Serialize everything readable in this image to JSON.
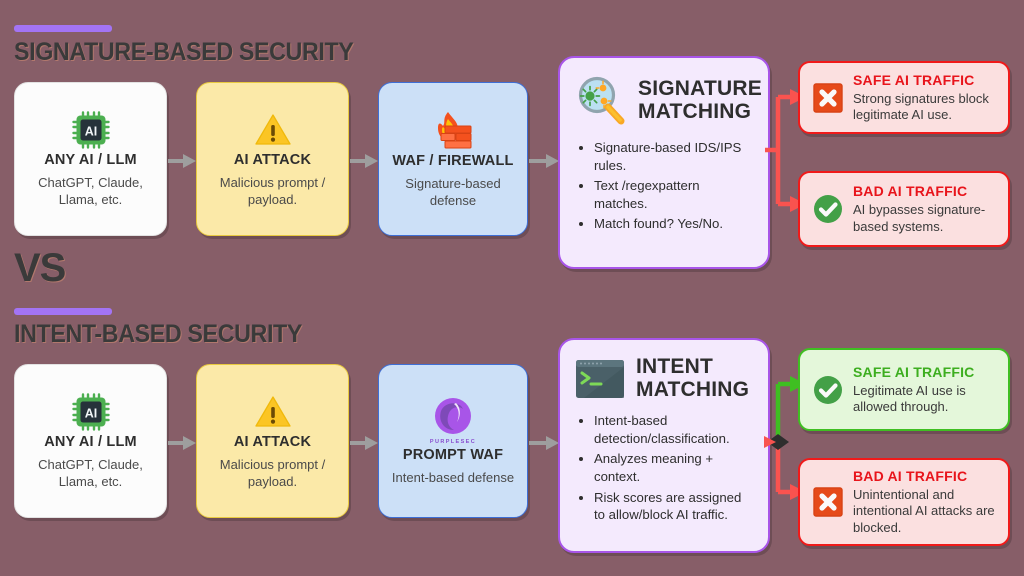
{
  "background_color": "#875E68",
  "accent_color": "#A374F5",
  "sections": [
    {
      "id": "signature",
      "title": "SIGNATURE-BASED SECURITY",
      "stages": [
        {
          "icon": "ai-chip-icon",
          "title": "ANY AI / LLM",
          "subtitle": "ChatGPT, Claude, Llama, etc."
        },
        {
          "icon": "warning-triangle-icon",
          "title": "AI ATTACK",
          "subtitle": "Malicious prompt / payload."
        },
        {
          "icon": "firewall-icon",
          "title": "WAF / FIREWALL",
          "subtitle": "Signature-based defense"
        }
      ],
      "panel": {
        "icon": "magnifying-glass-germ-icon",
        "title": "SIGNATURE MATCHING",
        "bullets": [
          "Signature-based IDS/IPS rules.",
          "Text /regexpattern matches.",
          "Match found? Yes/No."
        ]
      },
      "results": [
        {
          "icon": "red-x-icon",
          "title": "SAFE AI TRAFFIC",
          "desc": "Strong signatures block legitimate AI use.",
          "tone": "red"
        },
        {
          "icon": "green-check-icon",
          "title": "BAD AI TRAFFIC",
          "desc": "AI bypasses signature-based systems.",
          "tone": "red"
        }
      ],
      "branch_color": "#F9534F"
    },
    {
      "id": "intent",
      "title": "INTENT-BASED SECURITY",
      "stages": [
        {
          "icon": "ai-chip-icon",
          "title": "ANY AI / LLM",
          "subtitle": "ChatGPT, Claude, Llama, etc."
        },
        {
          "icon": "warning-triangle-icon",
          "title": "AI ATTACK",
          "subtitle": "Malicious prompt / payload."
        },
        {
          "icon": "purplesec-logo-icon",
          "title": "PROMPT WAF",
          "subtitle": "Intent-based defense"
        }
      ],
      "panel": {
        "icon": "terminal-icon",
        "title": "INTENT MATCHING",
        "bullets": [
          "Intent-based detection/classification.",
          "Analyzes meaning + context.",
          "Risk scores are assigned to allow/block AI traffic."
        ]
      },
      "results": [
        {
          "icon": "green-check-icon",
          "title": "SAFE AI TRAFFIC",
          "desc": "Legitimate AI use is allowed through.",
          "tone": "green"
        },
        {
          "icon": "red-x-icon",
          "title": "BAD AI TRAFFIC",
          "desc": "Unintentional and intentional AI attacks are blocked.",
          "tone": "red"
        }
      ],
      "branch_color_top": "#3FBF22",
      "branch_color_bottom": "#F9534F"
    }
  ],
  "versus_label": "VS",
  "brand_text": "PURPLESEC"
}
